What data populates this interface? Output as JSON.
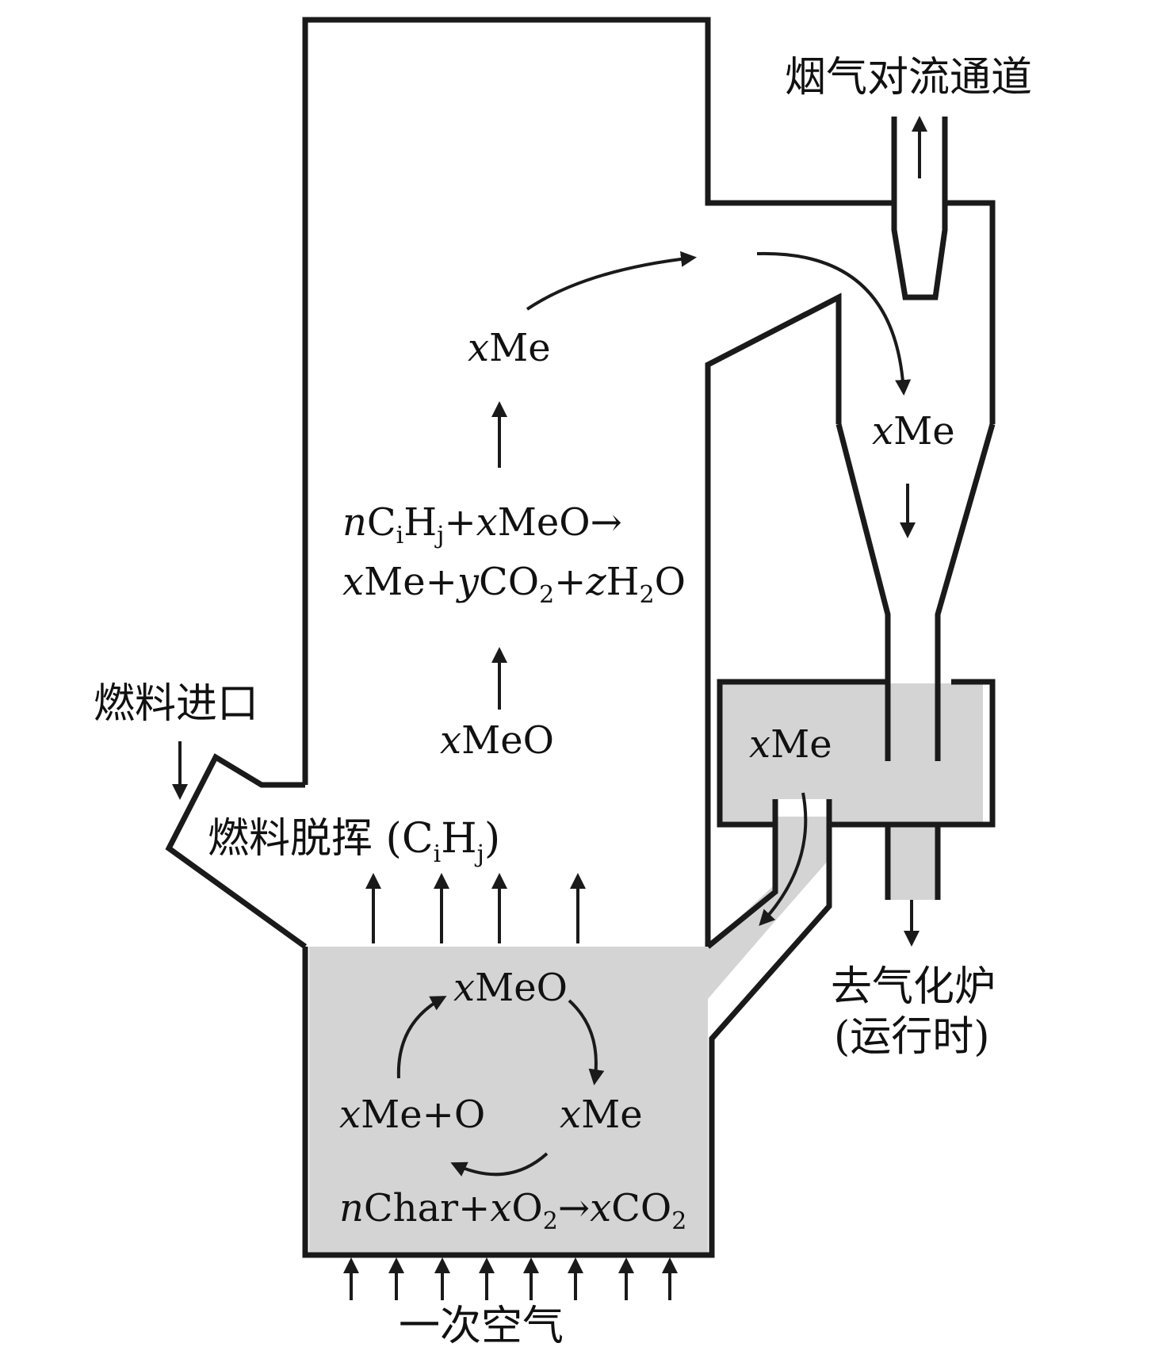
{
  "labels": {
    "flue_gas_channel": "烟气对流通道",
    "fuel_inlet": "燃料进口",
    "fuel_devolatilization": "燃料脱挥 (C",
    "to_gasifier": "去气化炉",
    "running": "(运行时)",
    "primary_air": "一次空气",
    "me": "Me",
    "meo": "MeO",
    "me_plus_o": "Me+O",
    "x": "x"
  },
  "equations": {
    "reduction_line1": {
      "n": "n",
      "c": "C",
      "i": "i",
      "h": "H",
      "j": "j",
      "plus": "+",
      "x": "x",
      "meo_arrow": "MeO→"
    },
    "reduction_line2": {
      "x": "x",
      "me_plus": "Me+",
      "y": "y",
      "co": "CO",
      "two": "2",
      "plus": "+",
      "z": "z",
      "h": "H",
      "o": "O"
    },
    "char_combustion": {
      "n": "n",
      "char_plus": "Char+",
      "x1": "x",
      "o": "O",
      "two1": "2",
      "arrow": "→",
      "x2": "x",
      "co": "CO",
      "two2": "2"
    },
    "devol_tail": {
      "i": "i",
      "h": "H",
      "j": "j",
      "close": ")"
    }
  },
  "colors": {
    "bed_fill": "#d4d4d4",
    "line": "#1a1a1a"
  }
}
